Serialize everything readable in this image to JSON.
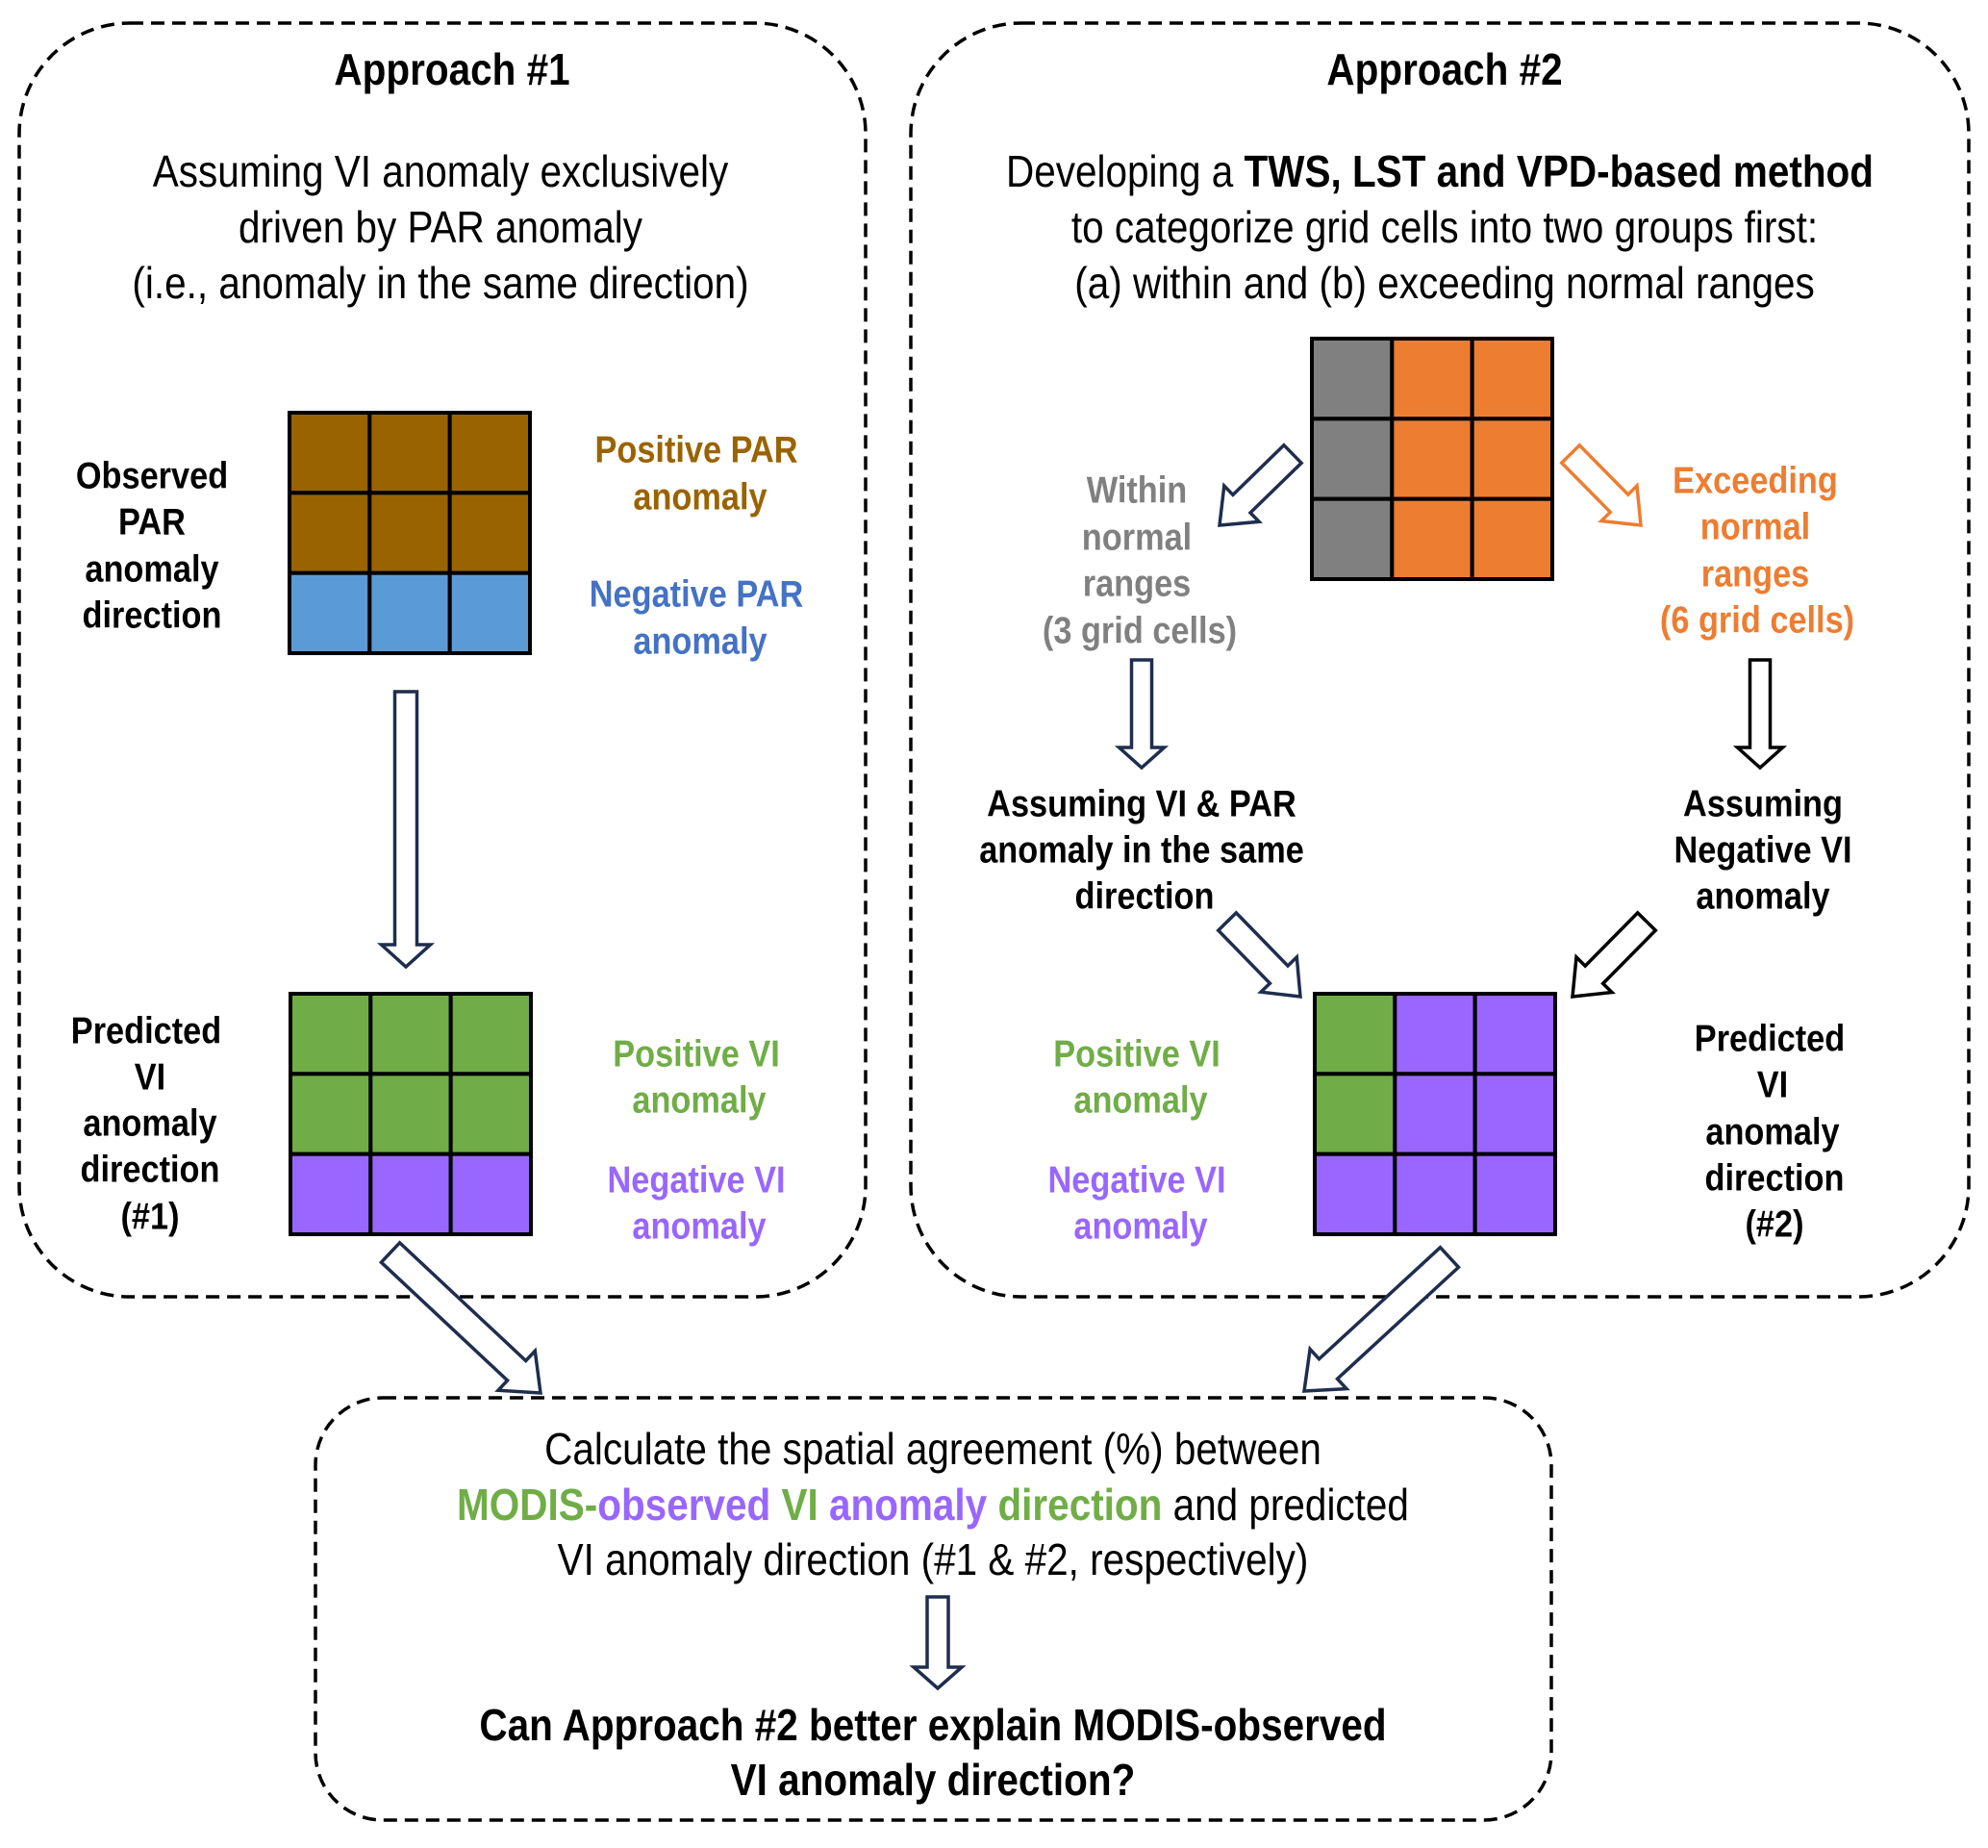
{
  "colors": {
    "box_border": "#000000",
    "grid_border": "#000000",
    "arrow_dark": "#1f2d4e",
    "arrow_orange": "#ed7d31",
    "par_positive": "#996300",
    "par_negative": "#5b9bd5",
    "vi_positive": "#70ad47",
    "vi_negative": "#9966ff",
    "within_normal": "#808080",
    "exceeding_normal": "#ed7d31"
  },
  "approach1": {
    "title": "Approach #1",
    "description": [
      "Assuming VI anomaly exclusively",
      "driven by PAR anomaly",
      "(i.e., anomaly in the same direction)"
    ],
    "observed_label": [
      "Observed",
      "PAR",
      "anomaly",
      "direction"
    ],
    "observed_grid": [
      [
        "par_positive",
        "par_positive",
        "par_positive"
      ],
      [
        "par_positive",
        "par_positive",
        "par_positive"
      ],
      [
        "par_negative",
        "par_negative",
        "par_negative"
      ]
    ],
    "positive_par_label": [
      "Positive PAR",
      "anomaly"
    ],
    "negative_par_label": [
      "Negative PAR",
      "anomaly"
    ],
    "predicted_label": [
      "Predicted",
      "VI",
      "anomaly",
      "direction",
      "(#1)"
    ],
    "predicted_grid": [
      [
        "vi_positive",
        "vi_positive",
        "vi_positive"
      ],
      [
        "vi_positive",
        "vi_positive",
        "vi_positive"
      ],
      [
        "vi_negative",
        "vi_negative",
        "vi_negative"
      ]
    ],
    "positive_vi_label": [
      "Positive VI",
      "anomaly"
    ],
    "negative_vi_label": [
      "Negative VI",
      "anomaly"
    ]
  },
  "approach2": {
    "title": "Approach #2",
    "description_line1_prefix": "Developing a ",
    "description_line1_bold": "TWS, LST and VPD-based method",
    "description": [
      "to categorize grid cells into two groups first:",
      "(a) within and (b) exceeding normal ranges"
    ],
    "category_grid": [
      [
        "within_normal",
        "exceeding_normal",
        "exceeding_normal"
      ],
      [
        "within_normal",
        "exceeding_normal",
        "exceeding_normal"
      ],
      [
        "within_normal",
        "exceeding_normal",
        "exceeding_normal"
      ]
    ],
    "within_label": [
      "Within",
      "normal",
      "ranges",
      "(3 grid cells)"
    ],
    "exceeding_label": [
      "Exceeding",
      "normal",
      "ranges",
      "(6 grid cells)"
    ],
    "assume_within": [
      "Assuming VI & PAR",
      "anomaly in the same",
      "direction"
    ],
    "assume_exceeding": [
      "Assuming",
      "Negative VI",
      "anomaly"
    ],
    "predicted_grid": [
      [
        "vi_positive",
        "vi_negative",
        "vi_negative"
      ],
      [
        "vi_positive",
        "vi_negative",
        "vi_negative"
      ],
      [
        "vi_negative",
        "vi_negative",
        "vi_negative"
      ]
    ],
    "positive_vi_label": [
      "Positive VI",
      "anomaly"
    ],
    "negative_vi_label": [
      "Negative VI",
      "anomaly"
    ],
    "predicted_label": [
      "Predicted",
      "VI",
      "anomaly",
      "direction",
      "(#2)"
    ]
  },
  "comparison": {
    "line1": "Calculate the spatial agreement (%) between",
    "line2_parts": [
      {
        "text": "MODIS-",
        "color": "green"
      },
      {
        "text": "observed ",
        "color": "purple"
      },
      {
        "text": "VI ",
        "color": "green"
      },
      {
        "text": "anomaly ",
        "color": "purple"
      },
      {
        "text": "direction",
        "color": "green"
      },
      {
        "text": " and predicted",
        "color": "black"
      }
    ],
    "line3": "VI anomaly direction (#1 & #2, respectively)",
    "question": [
      "Can Approach #2 better explain MODIS-observed",
      "VI anomaly direction?"
    ]
  }
}
